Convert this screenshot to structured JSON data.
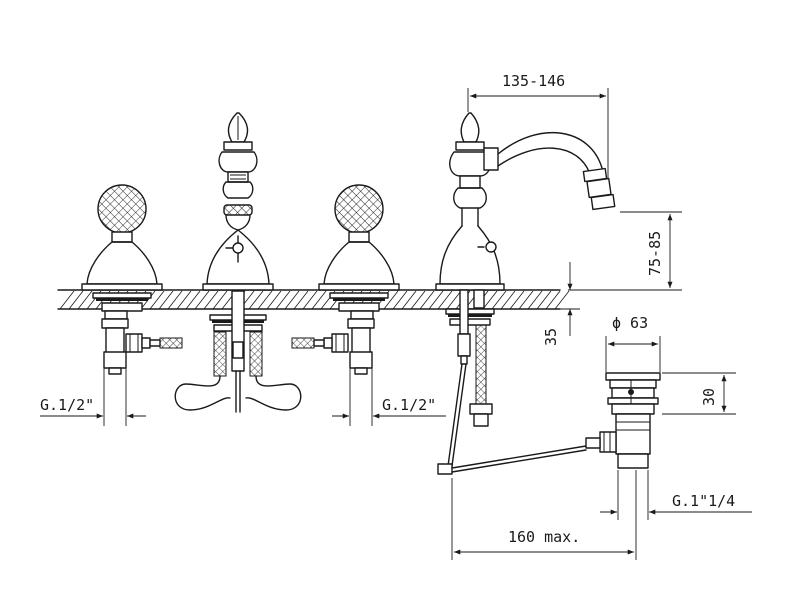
{
  "dimensions": {
    "spout_reach": "135-146",
    "spout_height": "75-85",
    "deck_thickness": "35",
    "waste_diameter": "ϕ 63",
    "waste_height": "30",
    "left_thread": "G.1/2\"",
    "right_thread": "G.1/2\"",
    "waste_thread": "G.1\"1/4",
    "rod_length": "160 max."
  }
}
